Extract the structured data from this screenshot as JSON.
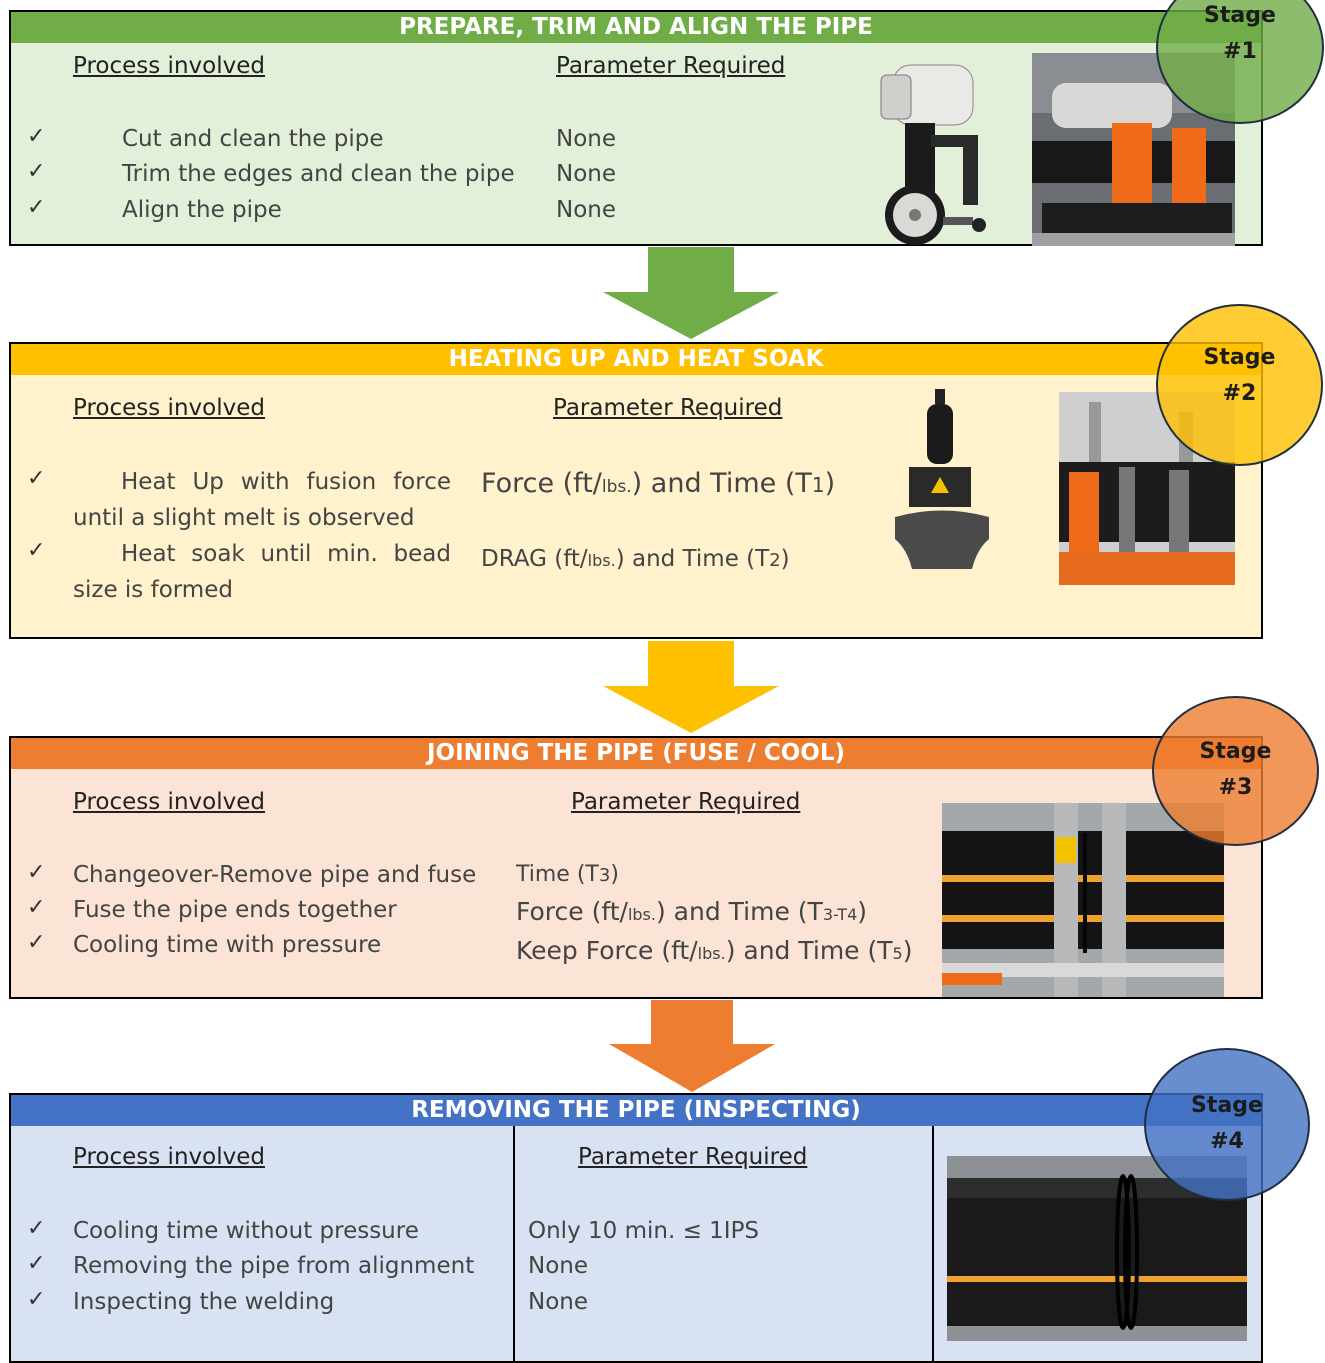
{
  "stages": [
    {
      "header": "PREPARE, TRIM AND ALIGN THE PIPE",
      "badge": {
        "line1": "Stage",
        "line2": "#1"
      },
      "col_process": "Process involved",
      "col_param": "Parameter Required",
      "rows": [
        {
          "process": "Cut and clean the pipe",
          "param": "None"
        },
        {
          "process": "Trim the edges and clean the pipe",
          "param": "None"
        },
        {
          "process": "Align the pipe",
          "param": "None"
        }
      ]
    },
    {
      "header": "HEATING UP AND HEAT SOAK",
      "badge": {
        "line1": "Stage",
        "line2": "#2"
      },
      "col_process": "Process involved",
      "col_param": "Parameter Required",
      "rows": [
        {
          "process_a": "Heat Up with fusion force",
          "process_b": "until a slight melt is observed",
          "param_pre": "Force (ft/",
          "param_small": "lbs.",
          "param_post": ") and Time (T",
          "param_sub": "1",
          "param_end": ")"
        },
        {
          "process_a": "Heat soak until min. bead",
          "process_b": "size is formed",
          "param_pre": "DRAG (ft/",
          "param_small": "lbs.",
          "param_post": ") and Time (T",
          "param_sub": "2",
          "param_end": ")"
        }
      ]
    },
    {
      "header": "JOINING THE PIPE (FUSE / COOL)",
      "badge": {
        "line1": "Stage",
        "line2": "#3"
      },
      "col_process": "Process involved",
      "col_param": "Parameter Required",
      "rows": [
        {
          "process": "Changeover-Remove pipe and fuse",
          "param_pre": "Time (T",
          "param_sub": "3",
          "param_end": ")"
        },
        {
          "process": "Fuse the pipe ends together",
          "param_pre": "Force (ft/",
          "param_small": "lbs.",
          "param_post": ") and Time (T",
          "param_sub": "3-T4",
          "param_end": ")"
        },
        {
          "process": "Cooling time with pressure",
          "param_pre": "Keep Force (ft/",
          "param_small": "lbs.",
          "param_post": ")  and Time (T",
          "param_sub": "5",
          "param_end": ")"
        }
      ]
    },
    {
      "header": "REMOVING THE PIPE (INSPECTING)",
      "badge": {
        "line1": "Stage",
        "line2": "#4"
      },
      "col_process": "Process involved",
      "col_param": "Parameter Required",
      "rows": [
        {
          "process": "Cooling time without pressure",
          "param": "Only 10 min. ≤ 1IPS"
        },
        {
          "process": "Removing the pipe from alignment",
          "param": "None"
        },
        {
          "process": "Inspecting the welding",
          "param": "None"
        }
      ]
    }
  ],
  "check_mark": "✓",
  "colors": {
    "stage1": "#70ad47",
    "stage1_bg": "#e2efd9",
    "stage2": "#ffc000",
    "stage2_bg": "#fff2cc",
    "stage3": "#ed7d31",
    "stage3_bg": "#fbe4d5",
    "stage4": "#4472c4",
    "stage4_bg": "#d9e2f3"
  }
}
